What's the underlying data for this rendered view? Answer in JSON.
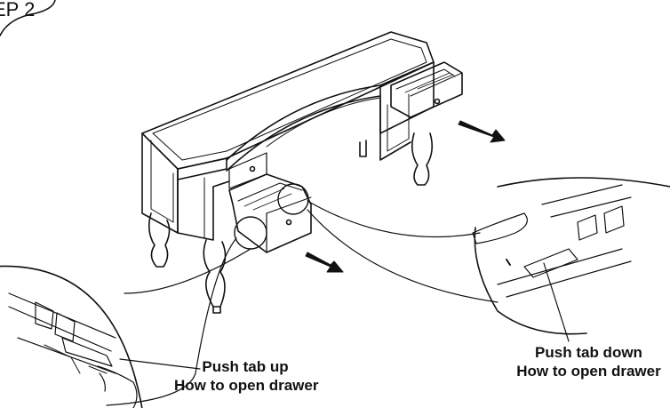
{
  "step_label": "EP 2",
  "left_callout": {
    "line1": "Push tab up",
    "line2": "How to open drawer"
  },
  "right_callout": {
    "line1": "Push tab down",
    "line2": "How to open drawer"
  },
  "icons": [
    "arrow-left-drawer",
    "arrow-right-drawer",
    "hand-left",
    "hand-right"
  ]
}
